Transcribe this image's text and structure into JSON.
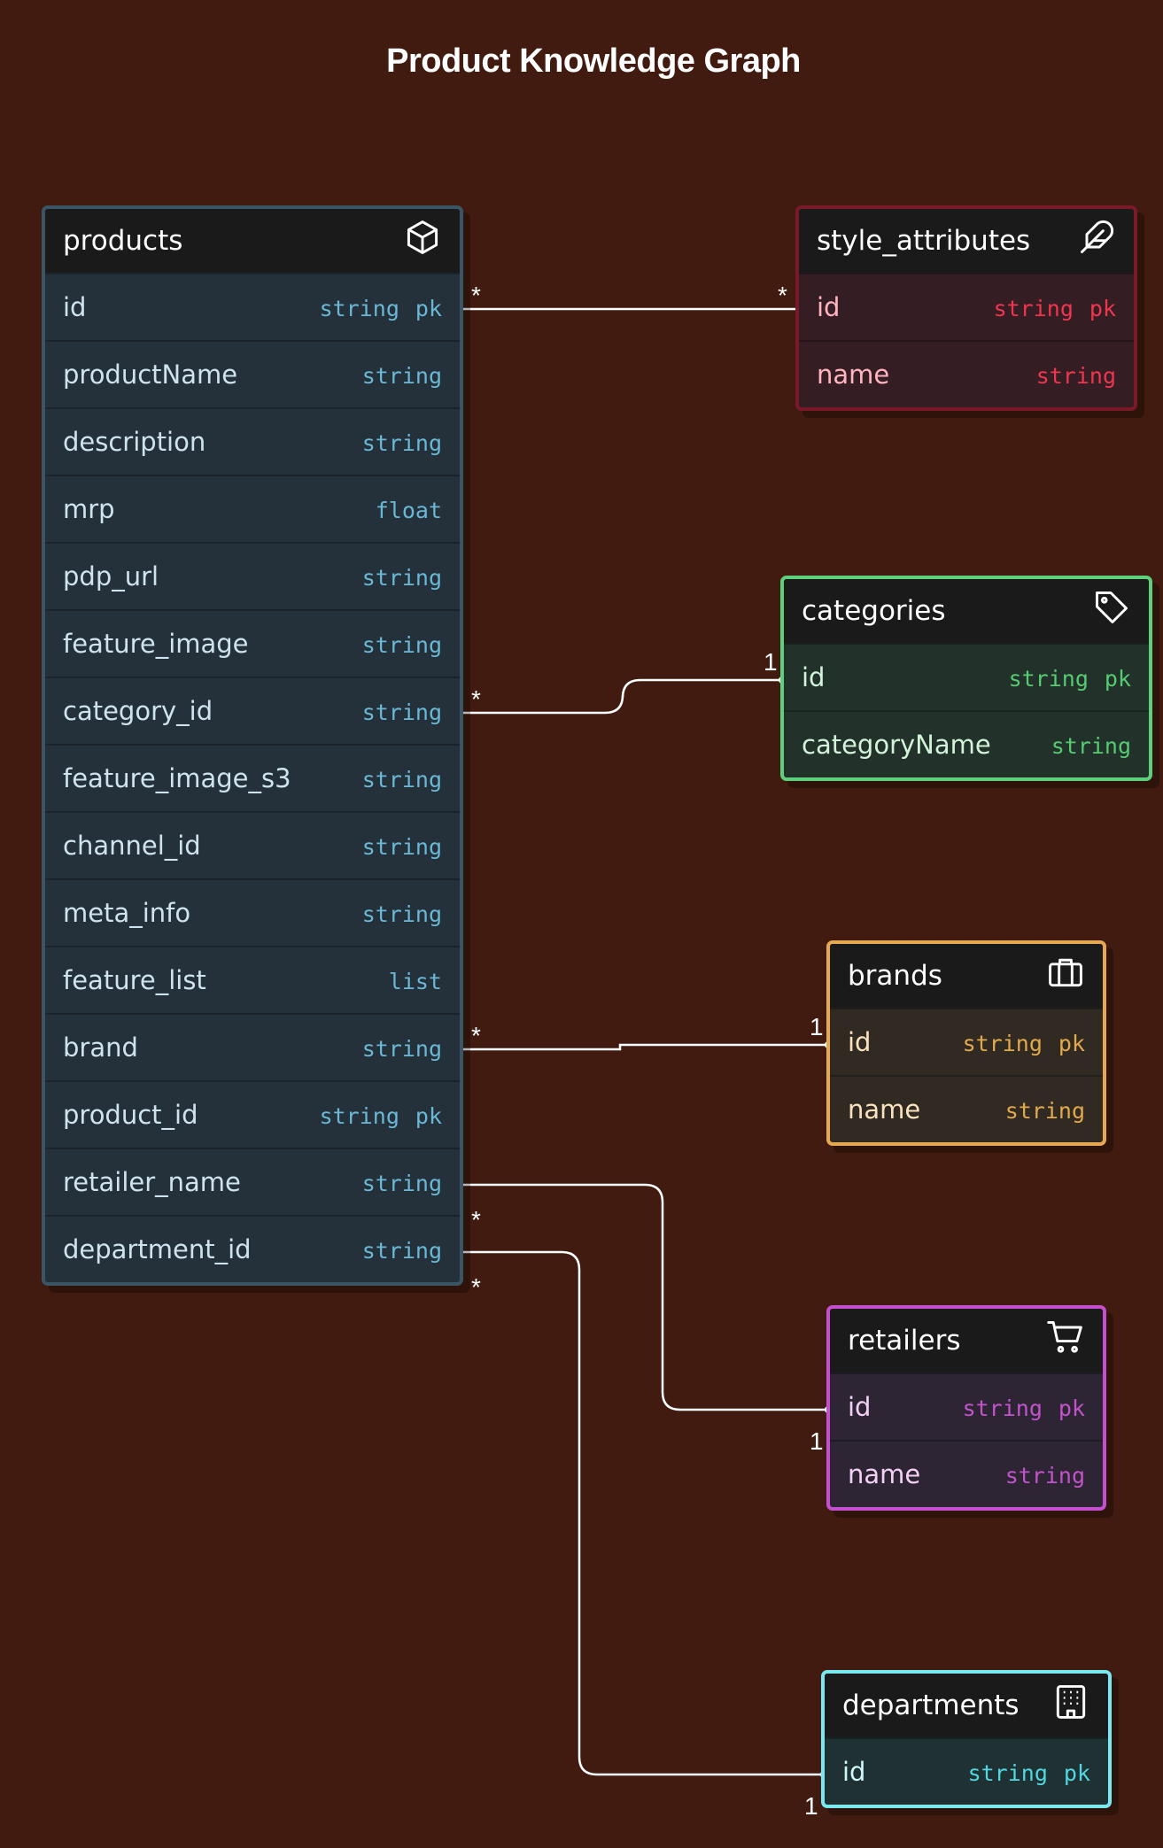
{
  "title": "Product Knowledge Graph",
  "colors": {
    "background": "#411b10",
    "products": "#2a3b45",
    "style_attributes": "#8a1c2c",
    "categories": "#5ecf7a",
    "brands": "#e6a850",
    "retailers": "#c64fcf",
    "departments": "#7ae8f0"
  },
  "tables": {
    "products": {
      "name": "products",
      "icon": "cube-icon",
      "rows": [
        {
          "name": "id",
          "type": "string",
          "key": "pk"
        },
        {
          "name": "productName",
          "type": "string",
          "key": ""
        },
        {
          "name": "description",
          "type": "string",
          "key": ""
        },
        {
          "name": "mrp",
          "type": "float",
          "key": ""
        },
        {
          "name": "pdp_url",
          "type": "string",
          "key": ""
        },
        {
          "name": "feature_image",
          "type": "string",
          "key": ""
        },
        {
          "name": "category_id",
          "type": "string",
          "key": ""
        },
        {
          "name": "feature_image_s3",
          "type": "string",
          "key": ""
        },
        {
          "name": "channel_id",
          "type": "string",
          "key": ""
        },
        {
          "name": "meta_info",
          "type": "string",
          "key": ""
        },
        {
          "name": "feature_list",
          "type": "list",
          "key": ""
        },
        {
          "name": "brand",
          "type": "string",
          "key": ""
        },
        {
          "name": "product_id",
          "type": "string",
          "key": "pk"
        },
        {
          "name": "retailer_name",
          "type": "string",
          "key": ""
        },
        {
          "name": "department_id",
          "type": "string",
          "key": ""
        }
      ]
    },
    "style_attributes": {
      "name": "style_attributes",
      "icon": "feather-icon",
      "rows": [
        {
          "name": "id",
          "type": "string",
          "key": "pk"
        },
        {
          "name": "name",
          "type": "string",
          "key": ""
        }
      ]
    },
    "categories": {
      "name": "categories",
      "icon": "tag-icon",
      "rows": [
        {
          "name": "id",
          "type": "string",
          "key": "pk"
        },
        {
          "name": "categoryName",
          "type": "string",
          "key": ""
        }
      ]
    },
    "brands": {
      "name": "brands",
      "icon": "briefcase-icon",
      "rows": [
        {
          "name": "id",
          "type": "string",
          "key": "pk"
        },
        {
          "name": "name",
          "type": "string",
          "key": ""
        }
      ]
    },
    "retailers": {
      "name": "retailers",
      "icon": "cart-icon",
      "rows": [
        {
          "name": "id",
          "type": "string",
          "key": "pk"
        },
        {
          "name": "name",
          "type": "string",
          "key": ""
        }
      ]
    },
    "departments": {
      "name": "departments",
      "icon": "building-icon",
      "rows": [
        {
          "name": "id",
          "type": "string",
          "key": "pk"
        }
      ]
    }
  },
  "relations": [
    {
      "from": "products.id",
      "to": "style_attributes.id",
      "from_card": "*",
      "to_card": "*"
    },
    {
      "from": "products.category_id",
      "to": "categories.id",
      "from_card": "*",
      "to_card": "1"
    },
    {
      "from": "products.brand",
      "to": "brands.id",
      "from_card": "*",
      "to_card": "1"
    },
    {
      "from": "products.retailer_name",
      "to": "retailers.id",
      "from_card": "*",
      "to_card": "1"
    },
    {
      "from": "products.department_id",
      "to": "departments.id",
      "from_card": "*",
      "to_card": "1"
    }
  ]
}
